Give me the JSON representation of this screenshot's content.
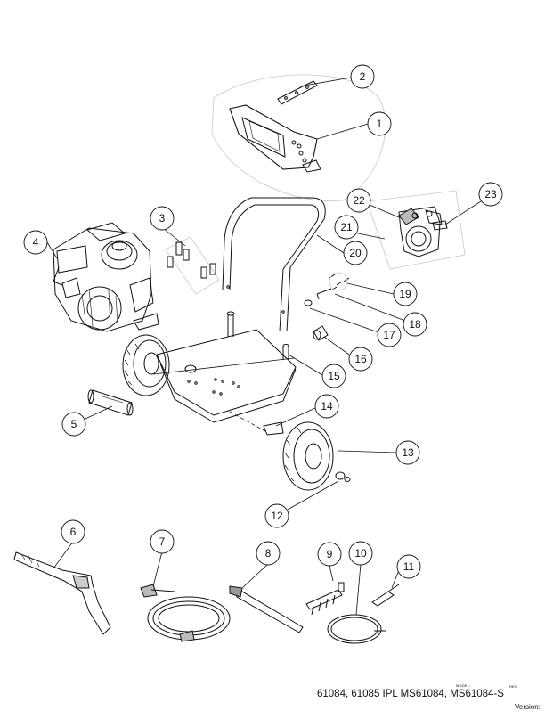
{
  "callouts": [
    {
      "id": "1",
      "label": "1"
    },
    {
      "id": "2",
      "label": "2"
    },
    {
      "id": "3",
      "label": "3"
    },
    {
      "id": "4",
      "label": "4"
    },
    {
      "id": "5",
      "label": "5"
    },
    {
      "id": "6",
      "label": "6"
    },
    {
      "id": "7",
      "label": "7"
    },
    {
      "id": "8",
      "label": "8"
    },
    {
      "id": "9",
      "label": "9"
    },
    {
      "id": "10",
      "label": "10"
    },
    {
      "id": "11",
      "label": "11"
    },
    {
      "id": "12",
      "label": "12"
    },
    {
      "id": "13",
      "label": "13"
    },
    {
      "id": "14",
      "label": "14"
    },
    {
      "id": "15",
      "label": "15"
    },
    {
      "id": "16",
      "label": "16"
    },
    {
      "id": "17",
      "label": "17"
    },
    {
      "id": "18",
      "label": "18"
    },
    {
      "id": "19",
      "label": "19"
    },
    {
      "id": "20",
      "label": "20"
    },
    {
      "id": "21",
      "label": "21"
    },
    {
      "id": "22",
      "label": "22"
    },
    {
      "id": "23",
      "label": "23"
    }
  ],
  "footer": {
    "models_text": "61084, 61085 IPL  MS61084, MS61084-S",
    "model_caption": "MODEL:",
    "rev_caption": "REV.",
    "version_caption": "Version:"
  },
  "colors": {
    "line": "#111111",
    "light_line": "#bdbdbd",
    "fill": "#ffffff",
    "gray": "#9a9a9a"
  }
}
